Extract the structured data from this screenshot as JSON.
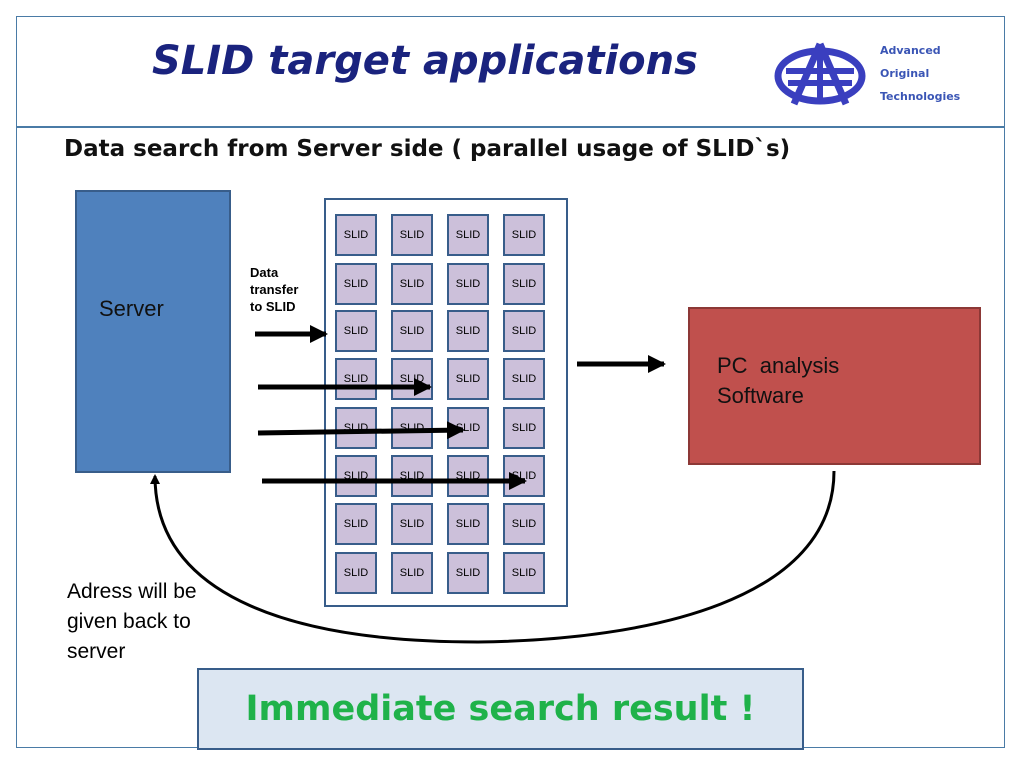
{
  "title": "SLID target applications",
  "logo": {
    "line1": "Advanced",
    "line2": "Original",
    "line3": "Technologies",
    "color": "#3a55b5"
  },
  "subtitle": "Data search from Server side ( parallel usage of SLID`s)",
  "server": {
    "label": "Server",
    "color": "#4f81bd"
  },
  "transfer_label": {
    "line1": "Data",
    "line2": "transfer",
    "line3": "to SLID"
  },
  "slid_grid": {
    "cell_label": "SLID",
    "rows": 8,
    "cols": 4,
    "cell_color": "#ccc0da",
    "border_color": "#385d8a"
  },
  "pc": {
    "line1": "PC  analysis",
    "line2": "Software",
    "color": "#c0504d"
  },
  "return_label": "Adress will be given back to server",
  "result": {
    "text": "Immediate search result !",
    "color": "#1fb24a"
  },
  "diagram_edges": [
    {
      "from": "server",
      "to": "slid-array",
      "label": "Data transfer to SLID"
    },
    {
      "from": "slid-array",
      "to": "pc"
    },
    {
      "from": "pc",
      "to": "server",
      "label": "Adress will be given back to server"
    }
  ]
}
